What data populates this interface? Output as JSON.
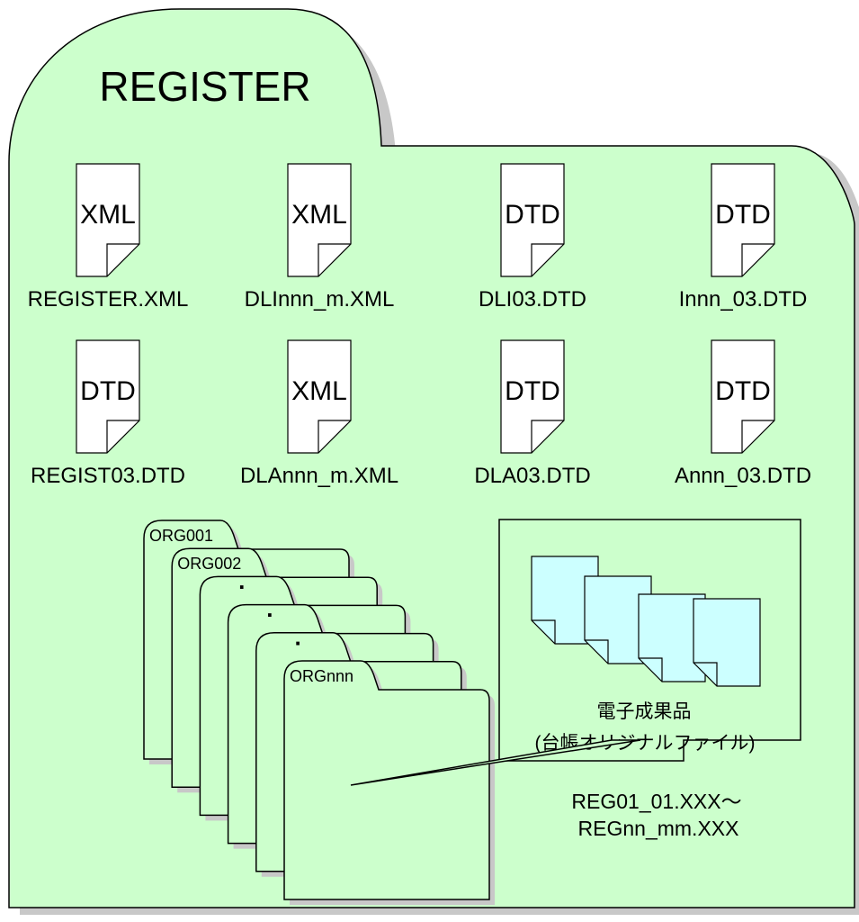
{
  "main_folder": {
    "label": "REGISTER"
  },
  "files": [
    {
      "badge": "XML",
      "name": "REGISTER.XML"
    },
    {
      "badge": "XML",
      "name": "DLInnn_m.XML"
    },
    {
      "badge": "DTD",
      "name": "DLI03.DTD"
    },
    {
      "badge": "DTD",
      "name": "Innn_03.DTD"
    },
    {
      "badge": "DTD",
      "name": "REGIST03.DTD"
    },
    {
      "badge": "XML",
      "name": "DLAnnn_m.XML"
    },
    {
      "badge": "DTD",
      "name": "DLA03.DTD"
    },
    {
      "badge": "DTD",
      "name": "Annn_03.DTD"
    }
  ],
  "sub_folders": [
    "ORG001",
    "ORG002",
    "·",
    "·",
    "·",
    "ORGnnn"
  ],
  "deliverables": {
    "title": "電子成果品",
    "subtitle": "(台帳オリジナルファイル)"
  },
  "naming": {
    "line1": "REG01_01.XXX〜",
    "line2": "REGnn_mm.XXX"
  },
  "colors": {
    "folder_fill": "#ccffcc",
    "shadow": "#c8c8c8",
    "page_fill": "#ccffff",
    "outline": "#000000"
  }
}
